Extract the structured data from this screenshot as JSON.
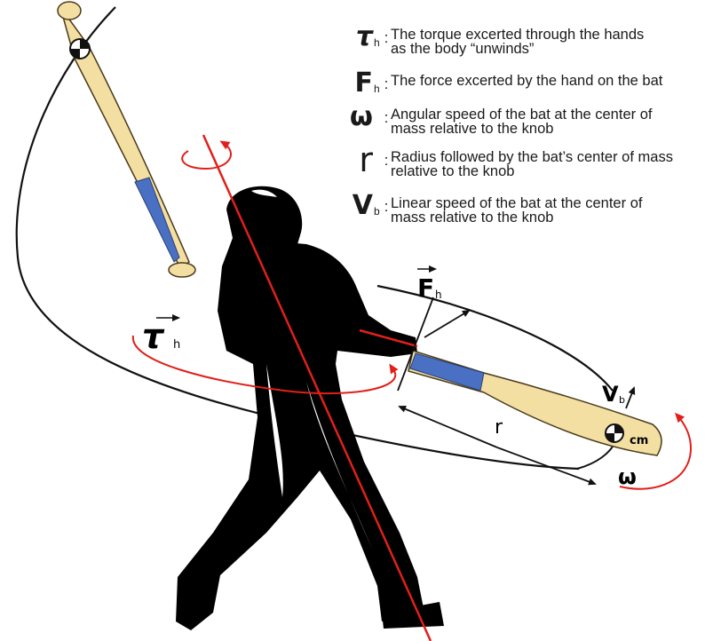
{
  "legend": [
    {
      "symbol": "τ",
      "sub": "h",
      "text_1": "The torque excerted through the hands",
      "text_2": "as the body “unwinds”"
    },
    {
      "symbol": "F",
      "sub": "h",
      "text_1": "The force excerted by the hand on the bat",
      "text_2": ""
    },
    {
      "symbol": "ω",
      "sub": "",
      "text_1": "Angular speed of the bat at the center of",
      "text_2": "mass relative to the knob"
    },
    {
      "symbol": "r",
      "sub": "",
      "text_1": "Radius followed by the bat’s center of mass",
      "text_2": "relative to the knob"
    },
    {
      "symbol": "V",
      "sub": "b",
      "text_1": "Linear speed of the bat at the center of",
      "text_2": "mass relative to the knob"
    }
  ],
  "labels": {
    "fh_symbol": "F",
    "fh_sub": "h",
    "tau_symbol": "τ",
    "tau_sub": "h",
    "vb_symbol": "V",
    "vb_sub": "b",
    "r_symbol": "r",
    "omega_symbol": "ω",
    "cm": "cm"
  },
  "colors": {
    "axis_red": "#e0201b",
    "bat_wood": "#f3dfa2",
    "bat_grip": "#4a70c4",
    "silhouette": "#000000"
  }
}
